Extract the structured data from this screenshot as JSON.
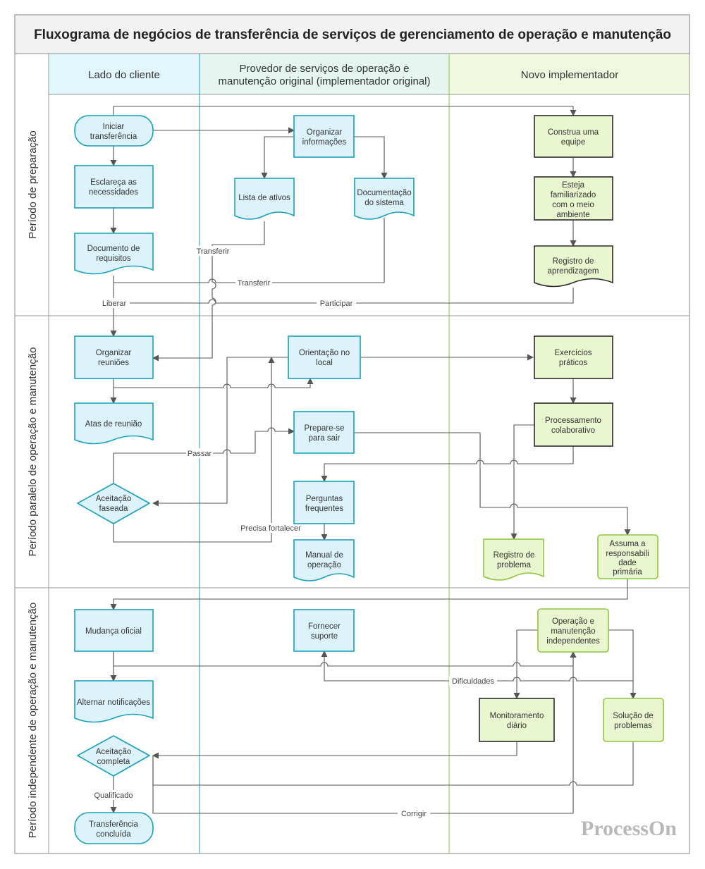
{
  "title": "Fluxograma de negócios de transferência de serviços de gerenciamento de operação e manutenção",
  "lanes": [
    {
      "label": "Lado do cliente"
    },
    {
      "label": "Provedor de serviços de operação e",
      "label2": "manutenção original (implementador original)"
    },
    {
      "label": "Novo implementador"
    }
  ],
  "phases": [
    {
      "label": "Período de preparação"
    },
    {
      "label": "Período paralelo de operação e manutenção"
    },
    {
      "label": "Período independente de operação e manutenção"
    }
  ],
  "nodes": {
    "iniciar": [
      "Iniciar",
      "transferência"
    ],
    "esclareca": [
      "Esclareça as",
      "necessidades"
    ],
    "doc_requisitos": [
      "Documento de",
      "requisitos"
    ],
    "organizar_info": [
      "Organizar",
      "informações"
    ],
    "lista_ativos": [
      "Lista de ativos"
    ],
    "doc_sistema": [
      "Documentação",
      "do sistema"
    ],
    "construa_equipe": [
      "Construa uma",
      "equipe"
    ],
    "familiarizado": [
      "Esteja",
      "familiarizado",
      "com o meio",
      "ambiente"
    ],
    "registro_aprend": [
      "Registro de",
      "aprendizagem"
    ],
    "organizar_reunioes": [
      "Organizar",
      "reuniões"
    ],
    "atas": [
      "Atas de reunião"
    ],
    "aceitacao_faseada": [
      "Aceitação",
      "faseada"
    ],
    "orientacao": [
      "Orientação no",
      "local"
    ],
    "prepare_sair": [
      "Prepare-se",
      "para sair"
    ],
    "perguntas": [
      "Perguntas",
      "frequentes"
    ],
    "manual": [
      "Manual de",
      "operação"
    ],
    "exercicios": [
      "Exercícios",
      "práticos"
    ],
    "processamento": [
      "Processamento",
      "colaborativo"
    ],
    "registro_problema": [
      "Registro de",
      "problema"
    ],
    "assuma": [
      "Assuma a",
      "responsabili",
      "dade",
      "primária"
    ],
    "mudanca": [
      "Mudança oficial"
    ],
    "alternar": [
      "Alternar notificações"
    ],
    "aceitacao_completa": [
      "Aceitação",
      "completa"
    ],
    "transferencia_concluida": [
      "Transferência",
      "concluída"
    ],
    "fornecer": [
      "Fornecer",
      "suporte"
    ],
    "operacao_indep": [
      "Operação e",
      "manutenção",
      "independentes"
    ],
    "monitoramento": [
      "Monitoramento",
      "diário"
    ],
    "solucao": [
      "Solução de",
      "problemas"
    ]
  },
  "edge_labels": {
    "transferir1": "Transferir",
    "transferir2": "Transferir",
    "liberar": "Liberar",
    "participar": "Participar",
    "passar": "Passar",
    "precisa_fortalecer": "Precisa fortalecer",
    "dificuldades": "Dificuldades",
    "qualificado": "Qualificado",
    "corrigir": "Corrigir"
  },
  "watermark": "ProcessOn",
  "colors": {
    "blue_fill": "#ddf3fb",
    "blue_stroke": "#1aa0bd",
    "green_fill": "#eaf6cf",
    "green_dark_stroke": "#2a2a2a",
    "green_light_stroke": "#8cc63f",
    "client_header_bg": "#e2f6fd",
    "provider_header_bg": "#e4f6ef",
    "impl_header_bg": "#f0f8df",
    "arrow": "#555555"
  }
}
